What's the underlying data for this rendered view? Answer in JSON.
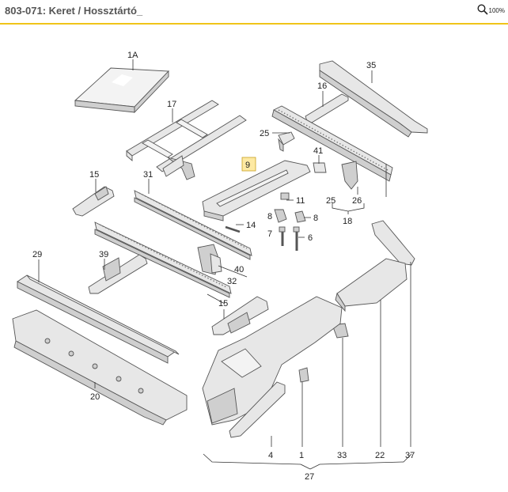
{
  "header": {
    "title": "803-071: Keret / Hossztártó_",
    "zoom_label": "100%",
    "zoom_icon": "magnifier-icon"
  },
  "labels": {
    "p1A": "1A",
    "p17": "17",
    "p15a": "15",
    "p31": "31",
    "p29": "29",
    "p39": "39",
    "p20": "20",
    "p35": "35",
    "p16": "16",
    "p25a": "25",
    "p41": "41",
    "p9": "9",
    "p11": "11",
    "p8a": "8",
    "p8b": "8",
    "p7": "7",
    "p6": "6",
    "p25b": "25",
    "p26": "26",
    "p18": "18",
    "p14": "14",
    "p40": "40",
    "p32": "32",
    "p15b": "15",
    "p4": "4",
    "p1": "1",
    "p33": "33",
    "p22": "22",
    "p37": "37",
    "p27": "27"
  },
  "colors": {
    "accent": "#f0c419",
    "highlight": "#fde9a3"
  }
}
